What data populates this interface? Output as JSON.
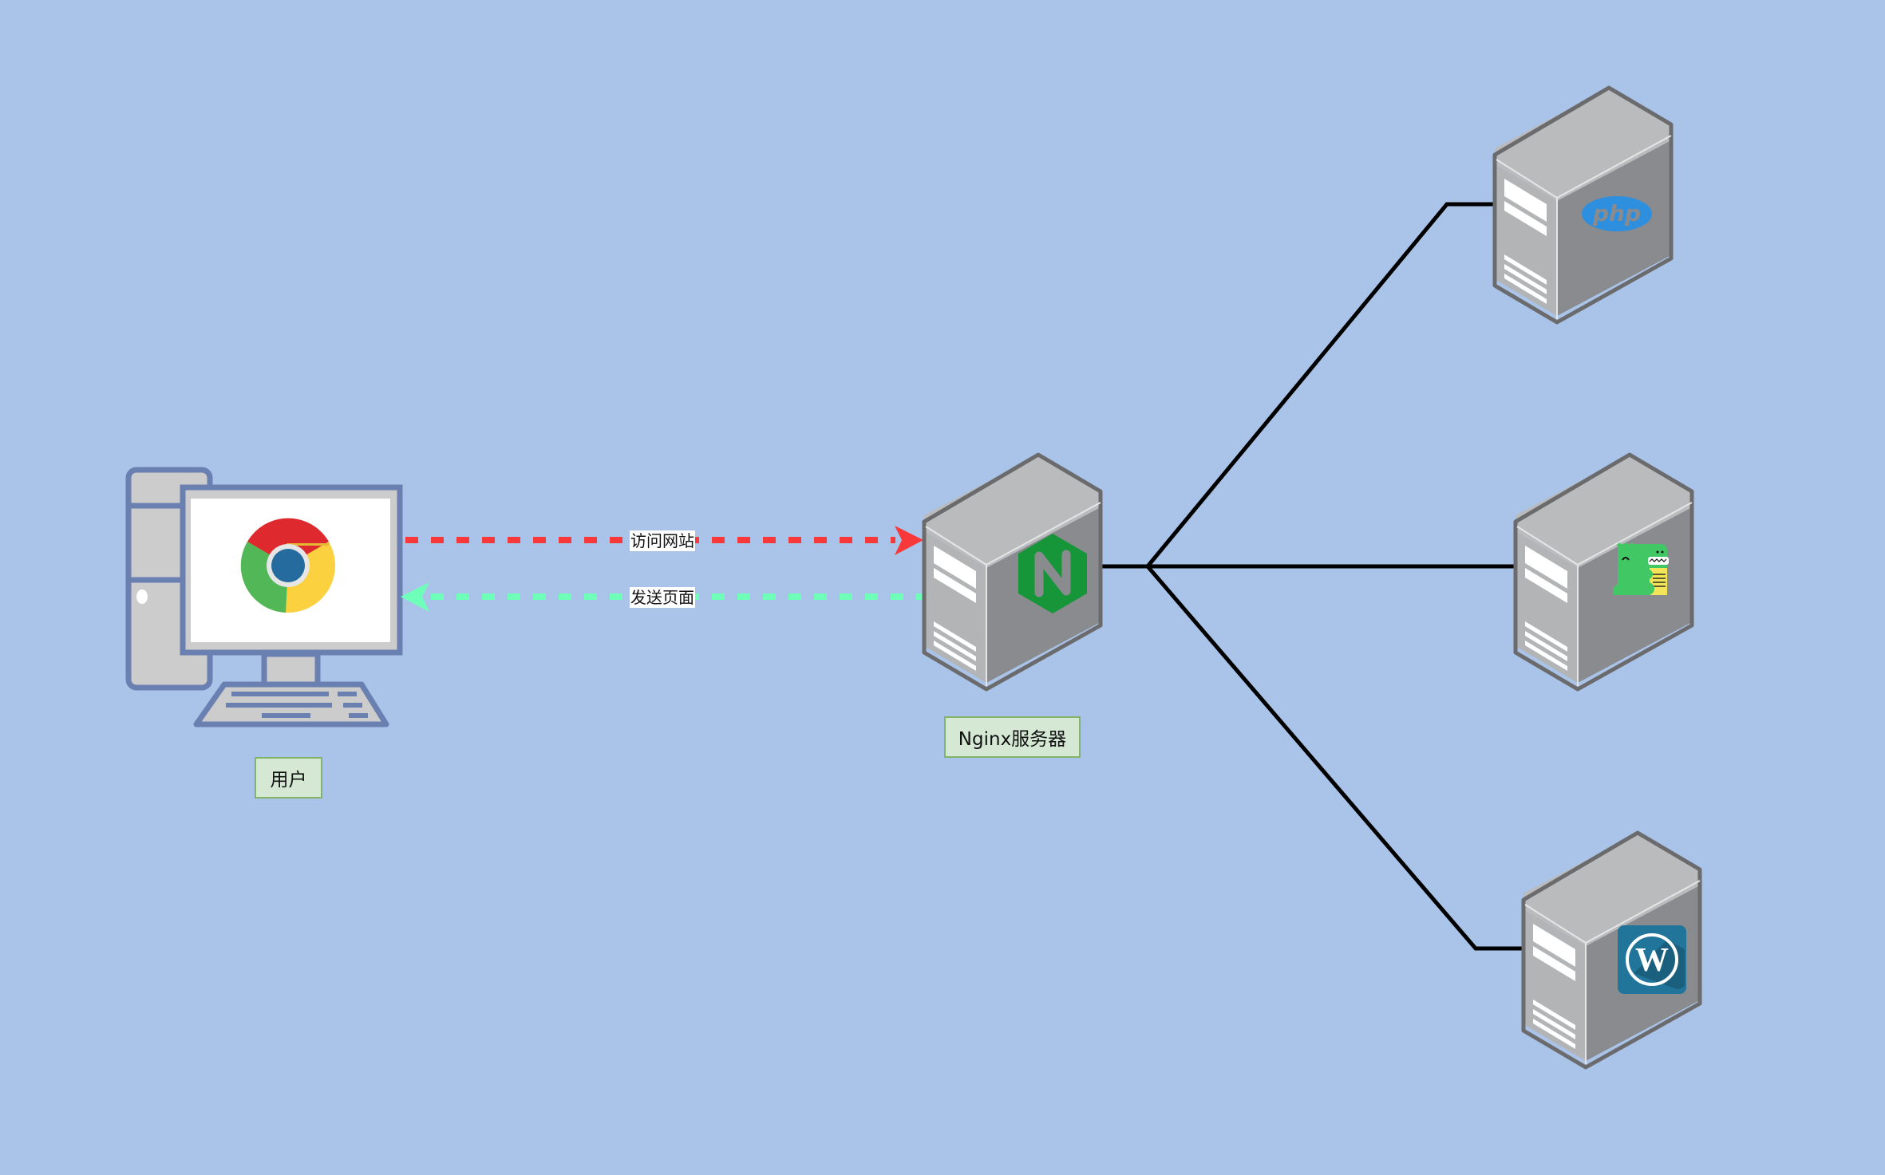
{
  "diagram": {
    "background": "#A9C4E8",
    "nodes": {
      "user": {
        "label": "用户",
        "icon": "desktop-computer-with-chrome-icon"
      },
      "nginx": {
        "label": "Nginx服务器",
        "icon": "nginx-icon",
        "accent": "#169638"
      },
      "php_server": {
        "label": "",
        "icon": "php-icon",
        "accent": "#2D8FDE"
      },
      "docsify_server": {
        "label": "",
        "icon": "dinosaur-docs-icon",
        "accent": "#42C765"
      },
      "wordpress_server": {
        "label": "",
        "icon": "wordpress-icon",
        "accent": "#21759B"
      }
    },
    "edges": [
      {
        "from": "user",
        "to": "nginx",
        "label": "访问网站",
        "style": "dashed",
        "color": "#F93939",
        "arrow": "end"
      },
      {
        "from": "nginx",
        "to": "user",
        "label": "发送页面",
        "style": "dashed",
        "color": "#6EFFB9",
        "arrow": "end"
      },
      {
        "from": "nginx",
        "to": "php_server",
        "style": "solid",
        "color": "#000000"
      },
      {
        "from": "nginx",
        "to": "docsify_server",
        "style": "solid",
        "color": "#000000"
      },
      {
        "from": "nginx",
        "to": "wordpress_server",
        "style": "solid",
        "color": "#000000"
      }
    ]
  }
}
